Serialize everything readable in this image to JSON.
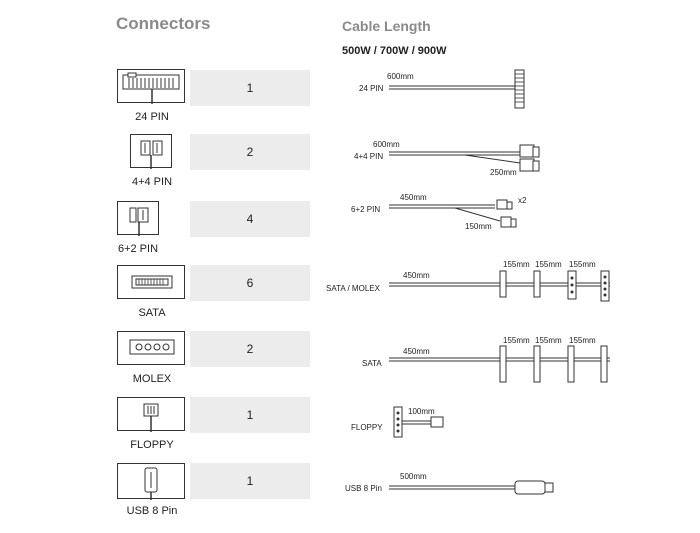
{
  "header": {
    "connectors_title": "Connectors",
    "cable_length_title": "Cable Length",
    "wattages": "500W / 700W / 900W"
  },
  "rows": [
    {
      "name": "24 PIN",
      "count": "1",
      "cable_label": "24 PIN",
      "lengths": [
        "600mm"
      ]
    },
    {
      "name": "4+4 PIN",
      "count": "2",
      "cable_label": "4+4 PIN",
      "lengths": [
        "600mm",
        "250mm"
      ]
    },
    {
      "name": "6+2 PIN",
      "count": "4",
      "cable_label": "6+2 PIN",
      "lengths": [
        "450mm",
        "150mm"
      ],
      "multiplier": "x2"
    },
    {
      "name": "SATA",
      "count": "6",
      "cable_label": "SATA / MOLEX",
      "lengths": [
        "450mm",
        "155mm",
        "155mm",
        "155mm"
      ]
    },
    {
      "name": "MOLEX",
      "count": "2",
      "cable_label": "SATA",
      "lengths": [
        "450mm",
        "155mm",
        "155mm",
        "155mm"
      ]
    },
    {
      "name": "FLOPPY",
      "count": "1",
      "cable_label": "FLOPPY",
      "lengths": [
        "100mm"
      ]
    },
    {
      "name": "USB 8 Pin",
      "count": "1",
      "cable_label": "USB 8 Pin",
      "lengths": [
        "500mm"
      ]
    }
  ]
}
